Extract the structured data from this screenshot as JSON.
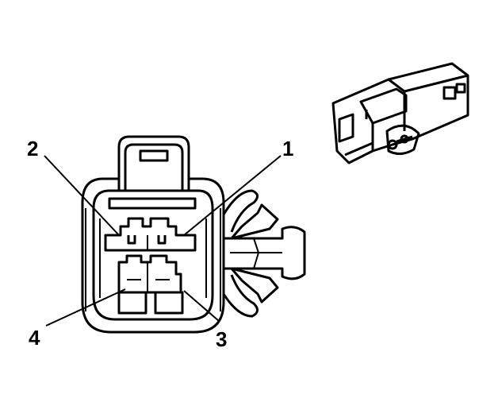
{
  "diagram": {
    "type": "connector-end-view",
    "pins": [
      {
        "label": "1"
      },
      {
        "label": "2"
      },
      {
        "label": "3"
      },
      {
        "label": "4"
      }
    ],
    "colors": {
      "ink": "#000000",
      "paper": "#ffffff"
    }
  }
}
